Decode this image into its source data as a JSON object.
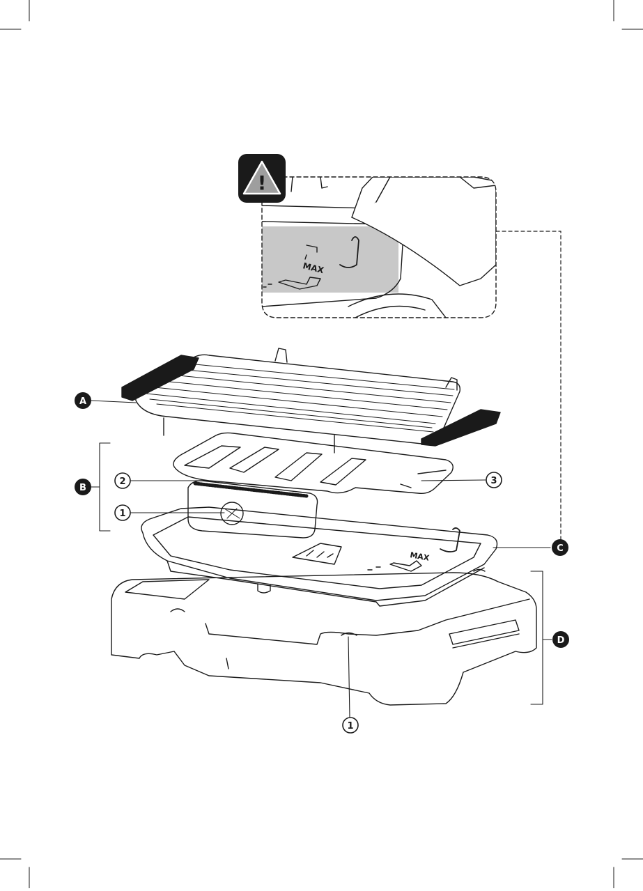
{
  "callouts": {
    "A": "A",
    "B": "B",
    "C": "C",
    "D": "D",
    "n1_top": "1",
    "n2": "2",
    "n3": "3",
    "n1_bottom": "1"
  },
  "warning": {
    "symbol": "!"
  },
  "embossed": {
    "max_inset": "MAX",
    "max_tray": "MAX"
  },
  "colors": {
    "ink": "#1a1a1a",
    "callout_fill": "#1a1a1a",
    "callout_text": "#ffffff",
    "warning_fill": "#9e9e9e",
    "inset_water": "#c8c8c8"
  }
}
